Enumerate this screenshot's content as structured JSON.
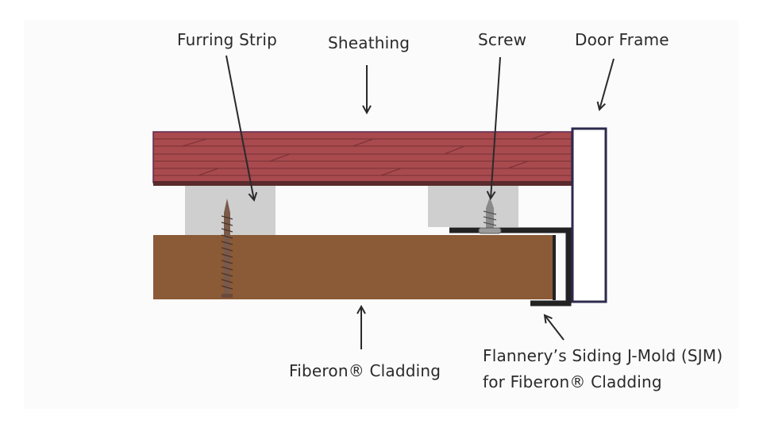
{
  "labels": {
    "furring_strip": "Furring Strip",
    "sheathing": "Sheathing",
    "screw": "Screw",
    "door_frame": "Door Frame",
    "cladding": "Fiberon® Cladding",
    "jmold_line1": "Flannery’s Siding J-Mold (SJM)",
    "jmold_line2": "for Fiberon® Cladding"
  },
  "colors": {
    "sheathing": "#a84a4e",
    "sheathing_lines": "#6b2a2e",
    "furring": "#cfcfcf",
    "cladding": "#8b5a36",
    "jmold": "#222222",
    "door_frame": "#2d2a4e",
    "screw": "#7a5a4a",
    "arrow": "#2a2a2a"
  }
}
